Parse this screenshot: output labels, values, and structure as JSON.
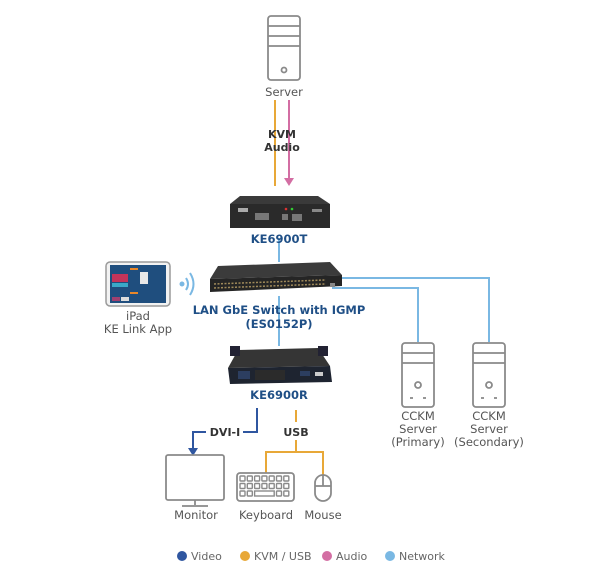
{
  "colors": {
    "video": "#2f56a0",
    "kvm_usb": "#e8a838",
    "audio": "#d36ea3",
    "network": "#7ab8e3",
    "icon_gray": "#8a8a8a",
    "device_label": "#1f4f86"
  },
  "nodes": {
    "server": "Server",
    "ke6900t": "KE6900T",
    "switch_line1": "LAN GbE Switch with IGMP",
    "switch_line2": "(ES0152P)",
    "ipad_line1": "iPad",
    "ipad_line2": "KE Link App",
    "ke6900r": "KE6900R",
    "cckm_primary": [
      "CCKM",
      "Server",
      "(Primary)"
    ],
    "cckm_secondary": [
      "CCKM",
      "Server",
      "(Secondary)"
    ],
    "monitor": "Monitor",
    "keyboard": "Keyboard",
    "mouse": "Mouse"
  },
  "connections": {
    "kvm": "KVM",
    "audio": "Audio",
    "dvi": "DVI-I",
    "usb": "USB"
  },
  "legend": [
    {
      "label": "Video",
      "color": "#2f56a0"
    },
    {
      "label": "KVM / USB",
      "color": "#e8a838"
    },
    {
      "label": "Audio",
      "color": "#d36ea3"
    },
    {
      "label": "Network",
      "color": "#7ab8e3"
    }
  ]
}
